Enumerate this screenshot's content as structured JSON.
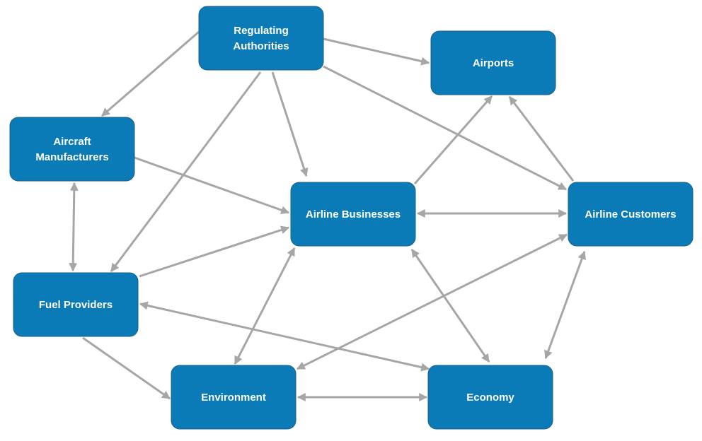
{
  "nodes": {
    "regulating_authorities": {
      "lines": [
        "Regulating",
        "Authorities"
      ]
    },
    "airports": {
      "lines": [
        "Airports"
      ]
    },
    "aircraft_manufacturers": {
      "lines": [
        "Aircraft",
        "Manufacturers"
      ]
    },
    "airline_businesses": {
      "lines": [
        "Airline Businesses"
      ]
    },
    "airline_customers": {
      "lines": [
        "Airline Customers"
      ]
    },
    "fuel_providers": {
      "lines": [
        "Fuel Providers"
      ]
    },
    "environment": {
      "lines": [
        "Environment"
      ]
    },
    "economy": {
      "lines": [
        "Economy"
      ]
    }
  },
  "edges": [
    {
      "from": "regulating_authorities",
      "to": "airports",
      "direction": "forward"
    },
    {
      "from": "regulating_authorities",
      "to": "aircraft_manufacturers",
      "direction": "forward"
    },
    {
      "from": "regulating_authorities",
      "to": "airline_businesses",
      "direction": "forward"
    },
    {
      "from": "regulating_authorities",
      "to": "fuel_providers",
      "direction": "forward"
    },
    {
      "from": "regulating_authorities",
      "to": "airline_customers",
      "direction": "forward"
    },
    {
      "from": "aircraft_manufacturers",
      "to": "airline_businesses",
      "direction": "forward"
    },
    {
      "from": "aircraft_manufacturers",
      "to": "fuel_providers",
      "direction": "both"
    },
    {
      "from": "airline_businesses",
      "to": "airports",
      "direction": "forward"
    },
    {
      "from": "airline_customers",
      "to": "airports",
      "direction": "forward"
    },
    {
      "from": "airline_businesses",
      "to": "airline_customers",
      "direction": "both"
    },
    {
      "from": "fuel_providers",
      "to": "airline_businesses",
      "direction": "forward"
    },
    {
      "from": "fuel_providers",
      "to": "environment",
      "direction": "forward"
    },
    {
      "from": "fuel_providers",
      "to": "economy",
      "direction": "both"
    },
    {
      "from": "environment",
      "to": "airline_businesses",
      "direction": "both"
    },
    {
      "from": "environment",
      "to": "airline_customers",
      "direction": "both"
    },
    {
      "from": "airline_businesses",
      "to": "economy",
      "direction": "both"
    },
    {
      "from": "economy",
      "to": "airline_customers",
      "direction": "both"
    },
    {
      "from": "environment",
      "to": "economy",
      "direction": "both"
    }
  ]
}
